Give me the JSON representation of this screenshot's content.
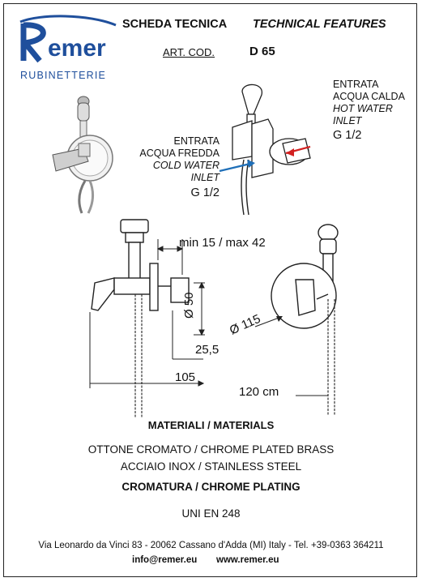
{
  "brand": {
    "logo_word": "Remer",
    "subtitle": "RUBINETTERIE",
    "color": "#1f4f9c"
  },
  "header": {
    "title_it": "SCHEDA TECNICA",
    "title_en": "TECHNICAL FEATURES",
    "art_label": "ART. COD.",
    "art_code": "D 65"
  },
  "inlets": {
    "hot": {
      "line1": "ENTRATA",
      "line2": "ACQUA CALDA",
      "line3": "HOT WATER",
      "line4": "INLET",
      "size": "G 1/2",
      "arrow_color": "#d22020"
    },
    "cold": {
      "line1": "ENTRATA",
      "line2": "ACQUA FREDDA",
      "line3": "COLD WATER",
      "line4": "INLET",
      "size": "G 1/2",
      "arrow_color": "#1f6fb8"
    }
  },
  "dimensions": {
    "wall_depth": "min 15 / max 42",
    "height": "Ø 50",
    "offset": "25,5",
    "length": "105",
    "plate": "Ø 115",
    "hose": "120 cm"
  },
  "materials": {
    "title": "MATERIALI / MATERIALS",
    "line1": "OTTONE CROMATO / CHROME PLATED BRASS",
    "line2": "ACCIAIO INOX / STAINLESS STEEL",
    "plating_title": "CROMATURA / CHROME PLATING",
    "standard": "UNI EN 248"
  },
  "footer": {
    "address": "Via Leonardo da Vinci 83 - 20062 Cassano d'Adda (MI) Italy - Tel. +39-0363 364211",
    "email": "info@remer.eu",
    "website": "www.remer.eu"
  }
}
